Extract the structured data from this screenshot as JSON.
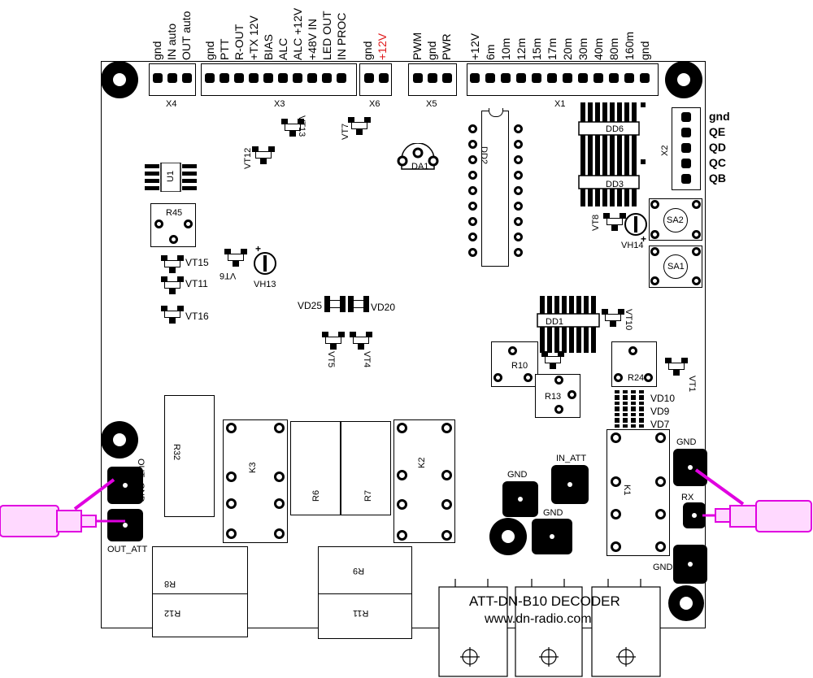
{
  "board_title": "ATT-DN-B10 DECODER",
  "board_url": "www.dn-radio.com",
  "connectors": {
    "x4": {
      "name": "X4",
      "pins": [
        "gnd",
        "IN auto",
        "OUT auto"
      ]
    },
    "x3": {
      "name": "X3",
      "pins": [
        "gnd",
        "PTT",
        "R-OUT",
        "+TX 12V",
        "BIAS",
        "ALC",
        "ALC +12V",
        "+48V IN",
        "LED OUT",
        "IN PROC"
      ]
    },
    "x6": {
      "name": "X6",
      "pins": [
        "gnd",
        "+12V"
      ]
    },
    "x5": {
      "name": "X5",
      "pins": [
        "PWM",
        "gnd",
        "PWR"
      ]
    },
    "x1": {
      "name": "X1",
      "pins": [
        "+12V",
        "6m",
        "10m",
        "12m",
        "15m",
        "17m",
        "20m",
        "30m",
        "40m",
        "80m",
        "160m",
        "gnd"
      ]
    },
    "x2": {
      "name": "X2",
      "pins": [
        "gnd",
        "QE",
        "QD",
        "QC",
        "QB"
      ]
    }
  },
  "components": {
    "dd2": "DD2",
    "dd6": "DD6",
    "dd3": "DD3",
    "dd1": "DD1",
    "da1": "DA1",
    "u1": "U1",
    "r45": "R45",
    "r10": "R10",
    "r13": "R13",
    "r24": "R24",
    "r32": "R32",
    "r6": "R6",
    "r7": "R7",
    "r8": "R8",
    "r12": "R12",
    "r9": "R9",
    "r11": "R11",
    "k1": "K1",
    "k2": "K2",
    "k3": "K3",
    "sa1": "SA1",
    "sa2": "SA2",
    "vt1": "VT1",
    "vt4": "VT4",
    "vt5": "VT5",
    "vt6": "VT6",
    "vt7": "VT7",
    "vt8": "VT8",
    "vt10": "VT10",
    "vt11": "VT11",
    "vt12": "VT12",
    "vt13": "VT13",
    "vt15": "VT15",
    "vt16": "VT16",
    "vh13": "VH13",
    "vh14": "VH14",
    "vd7": "VD7",
    "vd9": "VD9",
    "vd10": "VD10",
    "vd20": "VD20",
    "vd25": "VD25"
  },
  "pads": {
    "out_gnd": "OUT_GND",
    "out_att": "OUT_ATT",
    "gnd1": "GND",
    "in_att": "IN_ATT",
    "gnd2": "GND",
    "gnd_right_top": "GND",
    "rx": "RX",
    "gnd_right_bottom": "GND"
  },
  "colors": {
    "plus12v_label": "#e0191b",
    "coax": "#e000e0",
    "coax_fill": "#ffd9ff"
  }
}
